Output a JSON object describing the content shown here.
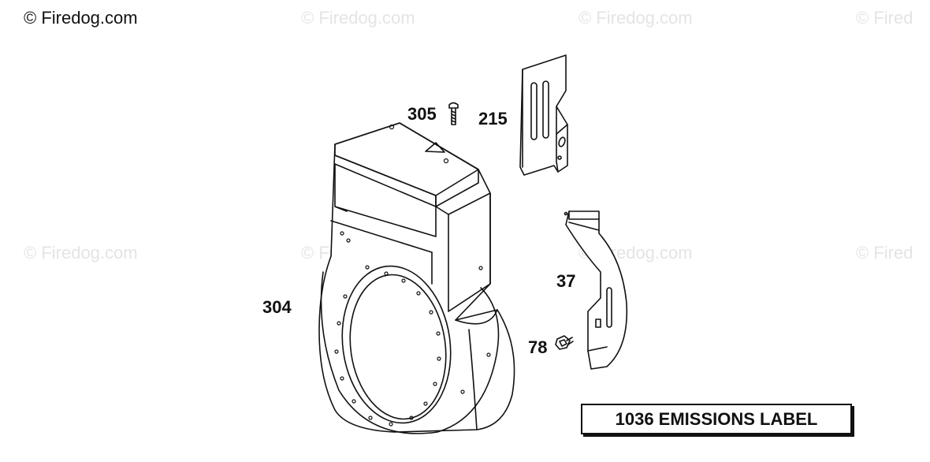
{
  "watermarks": {
    "main": "© Firedog.com",
    "repeat": "© Firedog.com",
    "cut": "© Fired"
  },
  "parts": {
    "p305": "305",
    "p215": "215",
    "p304": "304",
    "p37": "37",
    "p78": "78"
  },
  "note": "1036 EMISSIONS LABEL"
}
